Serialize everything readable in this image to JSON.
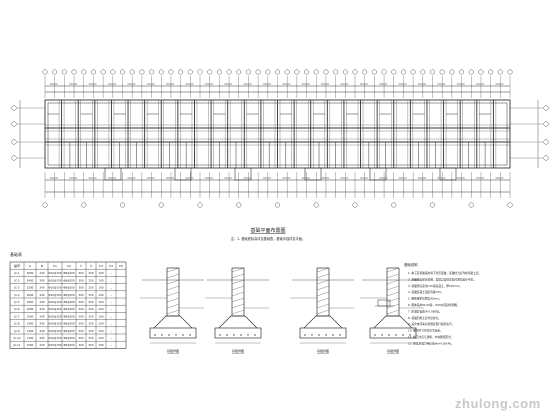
{
  "plan": {
    "title": "基础平面布置图",
    "note": "注：1. 基础底标高详见基础表，基础中线详见平面。",
    "grid_count": 49,
    "column_count": 28
  },
  "table": {
    "title": "基础表",
    "headers": [
      "编号",
      "A",
      "B",
      "h1",
      "h2",
      "①",
      "②",
      "h3",
      "h4",
      "h5"
    ],
    "rows": [
      [
        "JC-1",
        "2600",
        "240",
        "Φ10@150",
        "Φ8@200",
        "300",
        "250",
        "100",
        "..."
      ],
      [
        "JC-2",
        "2400",
        "240",
        "Φ10@150",
        "Φ8@200",
        "300",
        "250",
        "100",
        "..."
      ],
      [
        "JC-3",
        "2200",
        "240",
        "Φ10@150",
        "Φ8@200",
        "300",
        "250",
        "100",
        "..."
      ],
      [
        "JC-4",
        "2000",
        "240",
        "Φ10@150",
        "Φ8@200",
        "300",
        "250",
        "100",
        "..."
      ],
      [
        "JC-5",
        "1800",
        "240",
        "Φ10@150",
        "Φ8@200",
        "300",
        "250",
        "100",
        "..."
      ],
      [
        "JC-6",
        "1600",
        "240",
        "Φ10@150",
        "Φ8@200",
        "300",
        "250",
        "100",
        "..."
      ],
      [
        "JC-7",
        "1500",
        "240",
        "Φ10@150",
        "Φ8@200",
        "300",
        "250",
        "100",
        "..."
      ],
      [
        "JC-8",
        "1400",
        "240",
        "Φ10@150",
        "Φ8@200",
        "300",
        "250",
        "100",
        "..."
      ],
      [
        "JC-9",
        "1200",
        "240",
        "Φ10@150",
        "Φ8@200",
        "300",
        "250",
        "100",
        "..."
      ],
      [
        "JC-10",
        "1100",
        "240",
        "Φ10@150",
        "Φ8@200",
        "300",
        "250",
        "100",
        "..."
      ],
      [
        "JC-11",
        "1000",
        "240",
        "Φ10@150",
        "Φ8@200",
        "300",
        "250",
        "100",
        "..."
      ]
    ]
  },
  "sections": [
    {
      "label": "基础详图"
    },
    {
      "label": "基础详图"
    },
    {
      "label": "基础详图"
    },
    {
      "label": "基础详图"
    }
  ],
  "notes": {
    "title": "基础说明",
    "lines": [
      "1. 本工程基础采用墙下条形基础，基础持力层为粉质粘土层。",
      "2. 基础施工时应验槽，发现异常情况及时通知设计单位。",
      "3. 基础垫层采用C15素混凝土，厚100mm。",
      "4. 基础混凝土强度等级C25。",
      "5. 钢筋保护层厚度40mm。",
      "6. 砌体采用MU10砖，M10水泥砂浆砌筑。",
      "7. 防潮层设置于-0.060处。",
      "8. 基础回填土应分层夯实。",
      "9. 其余未尽事宜按国家现行规范执行。",
      "10. 图中尺寸单位均为毫米。",
      "11. 施工时应与建筑、水电图纸配合。",
      "12. 地基承载力特征值fak=150kPa。"
    ]
  },
  "watermark": "zhulong.com"
}
